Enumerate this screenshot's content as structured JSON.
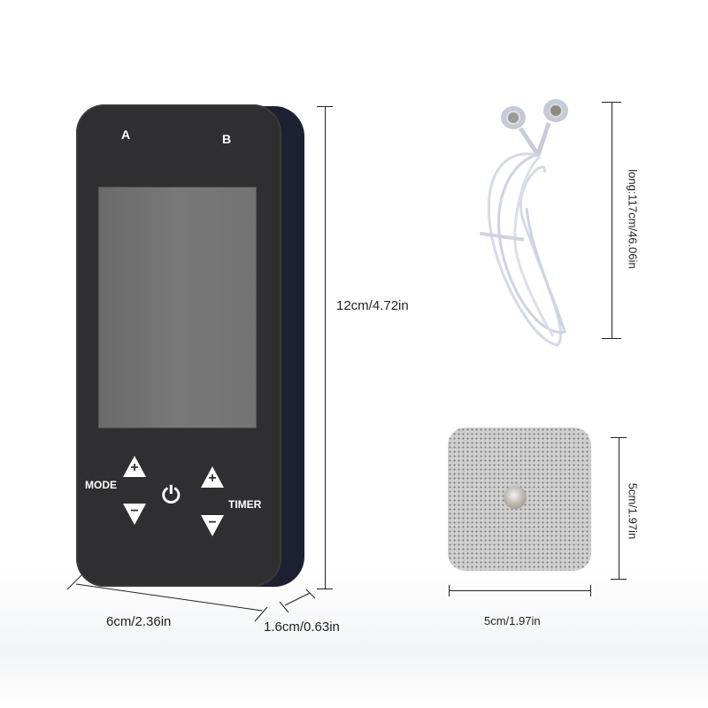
{
  "device": {
    "channel_a": "A",
    "channel_b": "B",
    "mode_label": "MODE",
    "timer_label": "TIMER",
    "plus_symbol": "+",
    "minus_symbol": "−",
    "power_icon": "⏻",
    "colors": {
      "face": "#2f2f31",
      "side": "#1c2030",
      "screen": "#747474"
    }
  },
  "dimensions": {
    "device_height": "12cm/4.72in",
    "device_width": "6cm/2.36in",
    "device_depth": "1.6cm/0.63in",
    "cable_length": "long:117cm/46.06in",
    "pad_height": "5cm/1.97in",
    "pad_width": "5cm/1.97in"
  }
}
